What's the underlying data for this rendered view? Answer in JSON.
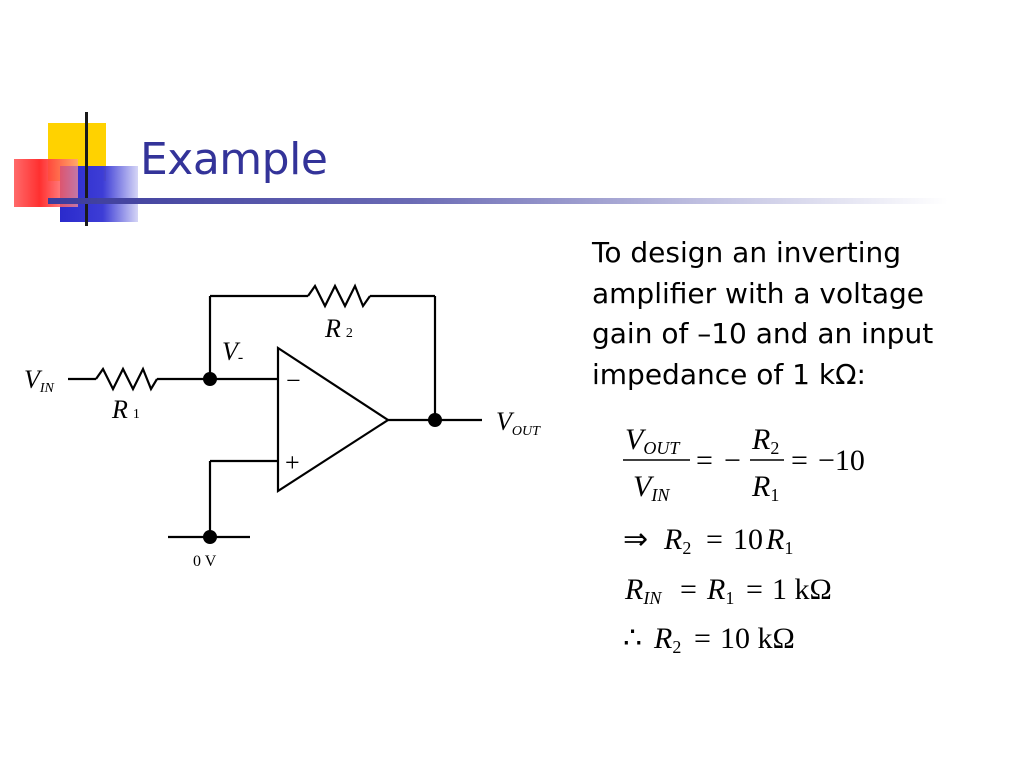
{
  "slide": {
    "title": "Example",
    "description_lines": [
      "To design an inverting",
      "amplifier with a voltage",
      "gain of –10 and an input",
      "impedance of 1 kΩ:"
    ],
    "colors": {
      "title": "#333399",
      "accent_yellow": "#ffd200",
      "accent_red": "#ff4a4a",
      "accent_blue": "#3333cc"
    }
  },
  "circuit": {
    "vin_main": "V",
    "vin_sub": "IN",
    "vminus_main": "V",
    "vminus_sub": "-",
    "vout_main": "V",
    "vout_sub": "OUT",
    "r1_main": "R",
    "r1_sub": "1",
    "r2_main": "R",
    "r2_sub": "2",
    "minus_sign": "−",
    "plus_sign": "+",
    "ground_label": "0 V"
  },
  "equations": {
    "eq1": {
      "num_main": "V",
      "num_sub": "OUT",
      "den_main": "V",
      "den_sub": "IN",
      "eq_sign1": "=",
      "neg_sign": "−",
      "r_num_main": "R",
      "r_num_sub": "2",
      "r_den_main": "R",
      "r_den_sub": "1",
      "eq_sign2": "=",
      "result": "−10"
    },
    "eq2": {
      "implies": "⇒",
      "lhs_main": "R",
      "lhs_sub": "2",
      "eq_sign": "=",
      "coef": "10",
      "rhs_main": "R",
      "rhs_sub": "1"
    },
    "eq3": {
      "lhs_main": "R",
      "lhs_sub": "IN",
      "eq_sign1": "=",
      "mid_main": "R",
      "mid_sub": "1",
      "eq_sign2": "=",
      "result": "1 kΩ"
    },
    "eq4": {
      "therefore": "∴",
      "lhs_main": "R",
      "lhs_sub": "2",
      "eq_sign": "=",
      "result": "10 kΩ"
    }
  }
}
